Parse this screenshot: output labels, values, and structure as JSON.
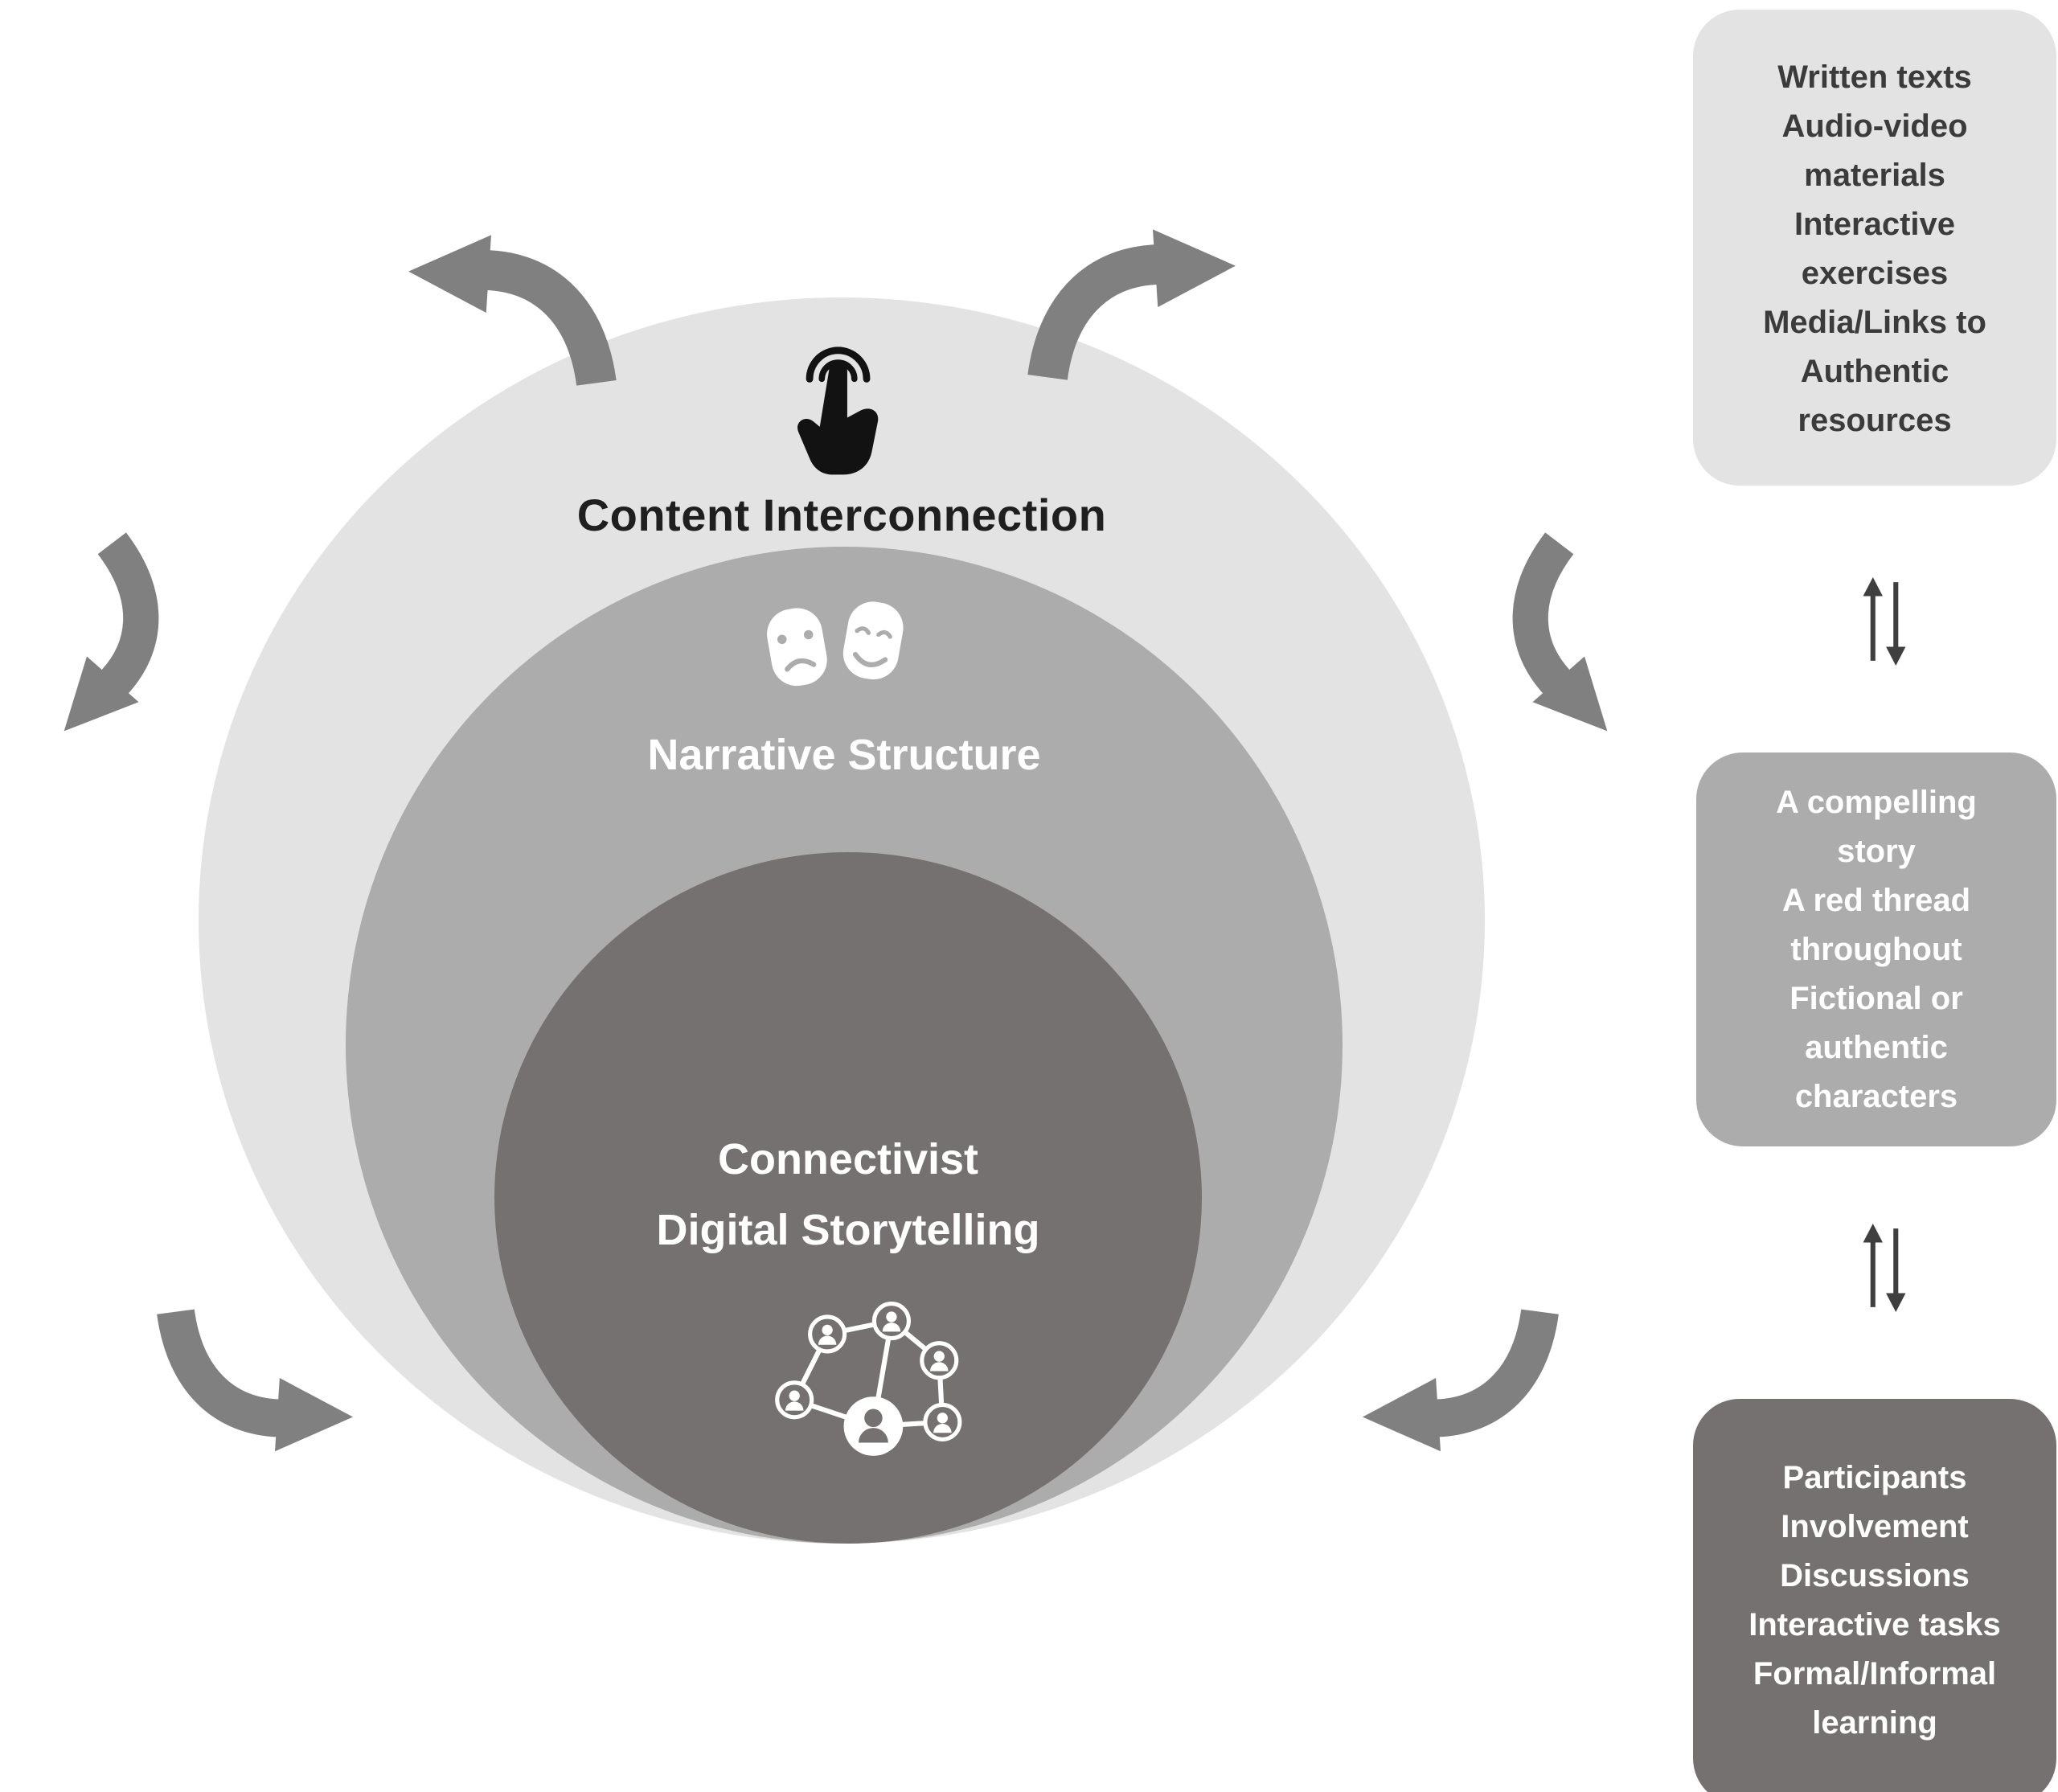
{
  "colors": {
    "outer_ring": "#e3e3e3",
    "middle_ring": "#acacac",
    "inner_ring": "#767171",
    "swoosh_arrow": "#808080",
    "updown_arrow": "#3f3f3f",
    "outer_label_text": "#1f1f1f",
    "light_text": "#ffffff",
    "box1_text": "#3b3b3b"
  },
  "rings": {
    "outer": {
      "label": "Content Interconnection",
      "icon": "tap-gesture-icon"
    },
    "middle": {
      "label": "Narrative Structure",
      "icon": "theater-masks-icon"
    },
    "inner": {
      "label_line1": "Connectivist",
      "label_line2": "Digital Storytelling",
      "icon": "connected-people-network-icon"
    }
  },
  "side_boxes": {
    "content": {
      "lines": [
        "Written texts",
        "Audio-video",
        "materials",
        "Interactive",
        "exercises",
        "Media/Links to",
        "Authentic",
        "resources"
      ]
    },
    "narrative": {
      "lines": [
        "A compelling",
        "story",
        "A red thread",
        "throughout",
        "Fictional or",
        "authentic",
        "characters"
      ]
    },
    "connectivist": {
      "lines": [
        "Participants",
        "Involvement",
        "Discussions",
        "Interactive tasks",
        "Formal/Informal",
        "learning"
      ]
    }
  }
}
